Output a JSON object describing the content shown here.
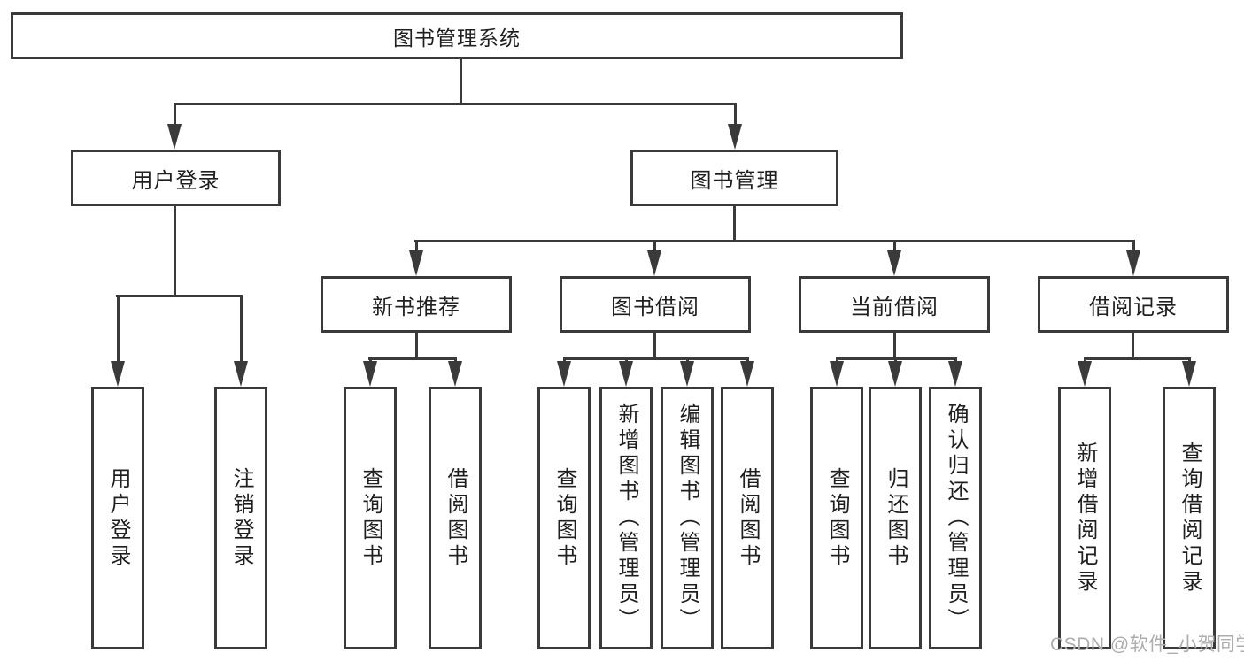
{
  "diagram": {
    "type": "hierarchy-tree",
    "tree": {
      "root": "图书管理系统",
      "branches": [
        {
          "label": "用户登录",
          "children": [
            "用户登录",
            "注销登录"
          ]
        },
        {
          "label": "图书管理",
          "groups": [
            {
              "label": "新书推荐",
              "children": [
                "查询图书",
                "借阅图书"
              ]
            },
            {
              "label": "图书借阅",
              "children": [
                "查询图书",
                "新增图书（管理员）",
                "编辑图书（管理员）",
                "借阅图书"
              ]
            },
            {
              "label": "当前借阅",
              "children": [
                "查询图书",
                "归还图书",
                "确认归还（管理员）"
              ]
            },
            {
              "label": "借阅记录",
              "children": [
                "新增借阅记录",
                "查询借阅记录"
              ]
            }
          ]
        }
      ]
    }
  },
  "watermark": {
    "text": "CSDN @软件_小贺同学"
  },
  "colors": {
    "line": "#3a3a3a",
    "text": "#1f1f1f",
    "background": "#ffffff",
    "watermark": "#adadad"
  }
}
